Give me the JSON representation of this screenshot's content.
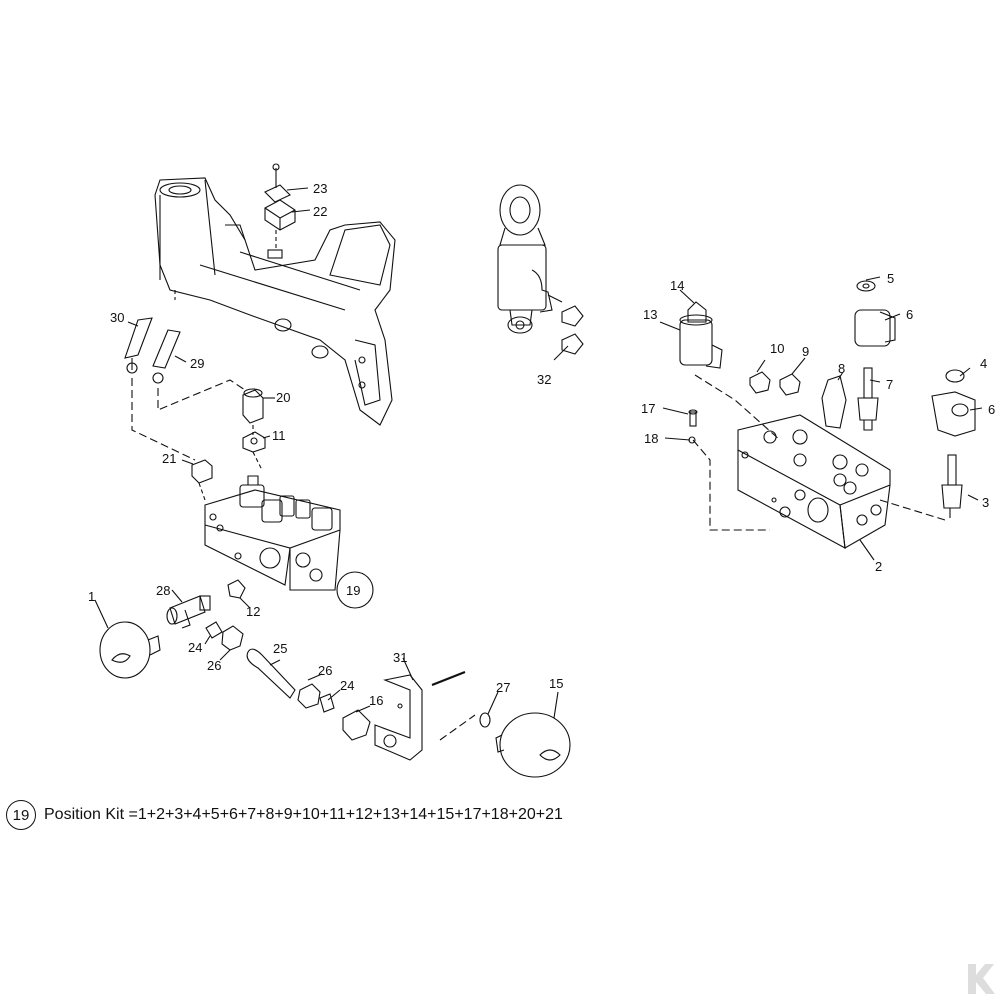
{
  "diagram": {
    "callouts": [
      {
        "id": "c-23",
        "text": "23"
      },
      {
        "id": "c-22",
        "text": "22"
      },
      {
        "id": "c-30",
        "text": "30"
      },
      {
        "id": "c-29",
        "text": "29"
      },
      {
        "id": "c-20",
        "text": "20"
      },
      {
        "id": "c-11",
        "text": "11"
      },
      {
        "id": "c-21",
        "text": "21"
      },
      {
        "id": "c-19",
        "text": "19"
      },
      {
        "id": "c-28",
        "text": "28"
      },
      {
        "id": "c-12",
        "text": "12"
      },
      {
        "id": "c-1",
        "text": "1"
      },
      {
        "id": "c-24a",
        "text": "24"
      },
      {
        "id": "c-26a",
        "text": "26"
      },
      {
        "id": "c-25",
        "text": "25"
      },
      {
        "id": "c-26b",
        "text": "26"
      },
      {
        "id": "c-24b",
        "text": "24"
      },
      {
        "id": "c-16",
        "text": "16"
      },
      {
        "id": "c-31",
        "text": "31"
      },
      {
        "id": "c-27",
        "text": "27"
      },
      {
        "id": "c-15",
        "text": "15"
      },
      {
        "id": "c-32",
        "text": "32"
      },
      {
        "id": "c-14",
        "text": "14"
      },
      {
        "id": "c-13",
        "text": "13"
      },
      {
        "id": "c-5",
        "text": "5"
      },
      {
        "id": "c-6a",
        "text": "6"
      },
      {
        "id": "c-10",
        "text": "10"
      },
      {
        "id": "c-9",
        "text": "9"
      },
      {
        "id": "c-8",
        "text": "8"
      },
      {
        "id": "c-7",
        "text": "7"
      },
      {
        "id": "c-4",
        "text": "4"
      },
      {
        "id": "c-6b",
        "text": "6"
      },
      {
        "id": "c-17",
        "text": "17"
      },
      {
        "id": "c-18",
        "text": "18"
      },
      {
        "id": "c-3",
        "text": "3"
      },
      {
        "id": "c-2",
        "text": "2"
      }
    ]
  },
  "legend": {
    "kit_number": "19",
    "text": "Position Kit =1+2+3+4+5+6+7+8+9+10+11+12+13+14+15+17+18+20+21"
  },
  "colors": {
    "line": "#111111",
    "watermark": "#dddddd"
  }
}
